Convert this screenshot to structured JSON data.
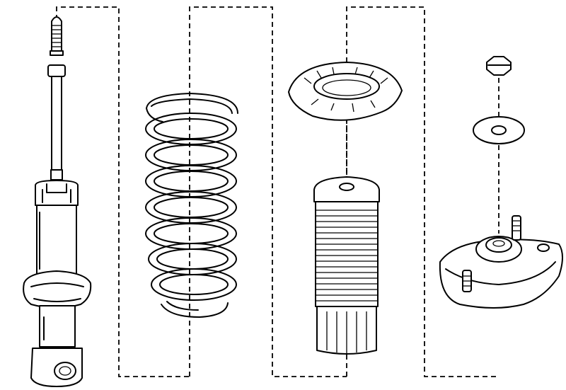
{
  "diagram": {
    "type": "exploded-view",
    "style": "black line art on white",
    "line_color": "#000000",
    "background_color": "#ffffff",
    "parts": [
      "shock-absorber",
      "coil-spring",
      "upper-spring-seat",
      "bump-stop-dust-boot",
      "upper-nut",
      "washer",
      "upper-strut-mount"
    ],
    "connector_style": "dashed"
  }
}
